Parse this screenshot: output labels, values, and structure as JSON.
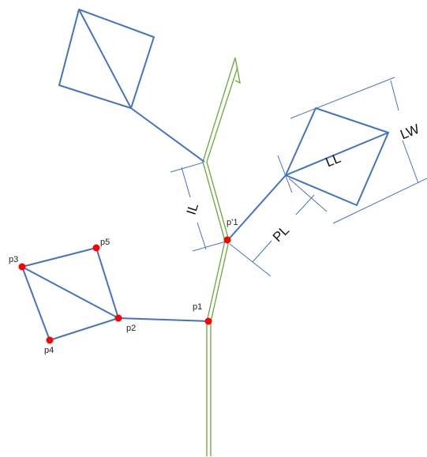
{
  "diagram": {
    "point_labels": {
      "p1": "p1",
      "p1_prime": "p’1",
      "p2": "p2",
      "p3": "p3",
      "p4": "p4",
      "p5": "p5"
    },
    "dimension_labels": {
      "internode_length": "IL",
      "petiole_length": "PL",
      "leaf_length": "LL",
      "leaf_width": "LW"
    },
    "colors": {
      "leaf_lines": "#4472C4",
      "stem": "#70AD47",
      "points": "#FF0000"
    }
  }
}
